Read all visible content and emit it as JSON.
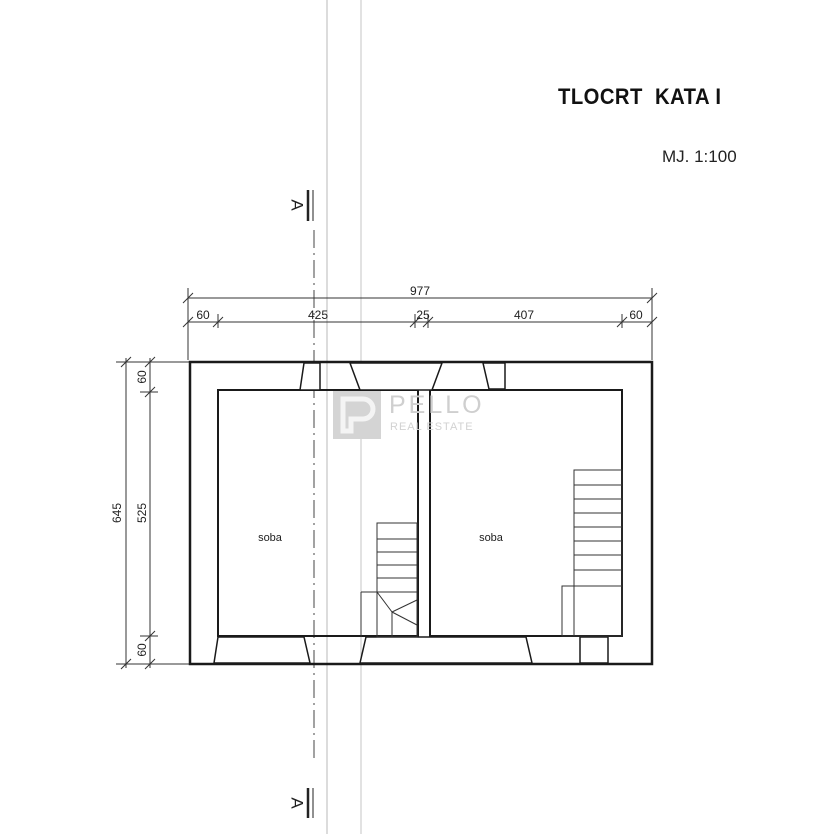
{
  "header": {
    "title": "TLOCRT  KATA I",
    "scale": "MJ. 1:100"
  },
  "dimensions": {
    "total_width": "977",
    "wall_left": "60",
    "room_left": "425",
    "partition": "25",
    "room_right": "407",
    "wall_right": "60",
    "total_depth": "645",
    "wall_top": "60",
    "room_depth": "525",
    "wall_bottom": "60"
  },
  "rooms": [
    {
      "label": "soba"
    },
    {
      "label": "soba"
    }
  ],
  "section": {
    "top_marker": "A",
    "bottom_marker": "A"
  },
  "watermark": {
    "word": "PELLO",
    "sub": "REAL ESTATE",
    "logo_glyph": "P"
  }
}
